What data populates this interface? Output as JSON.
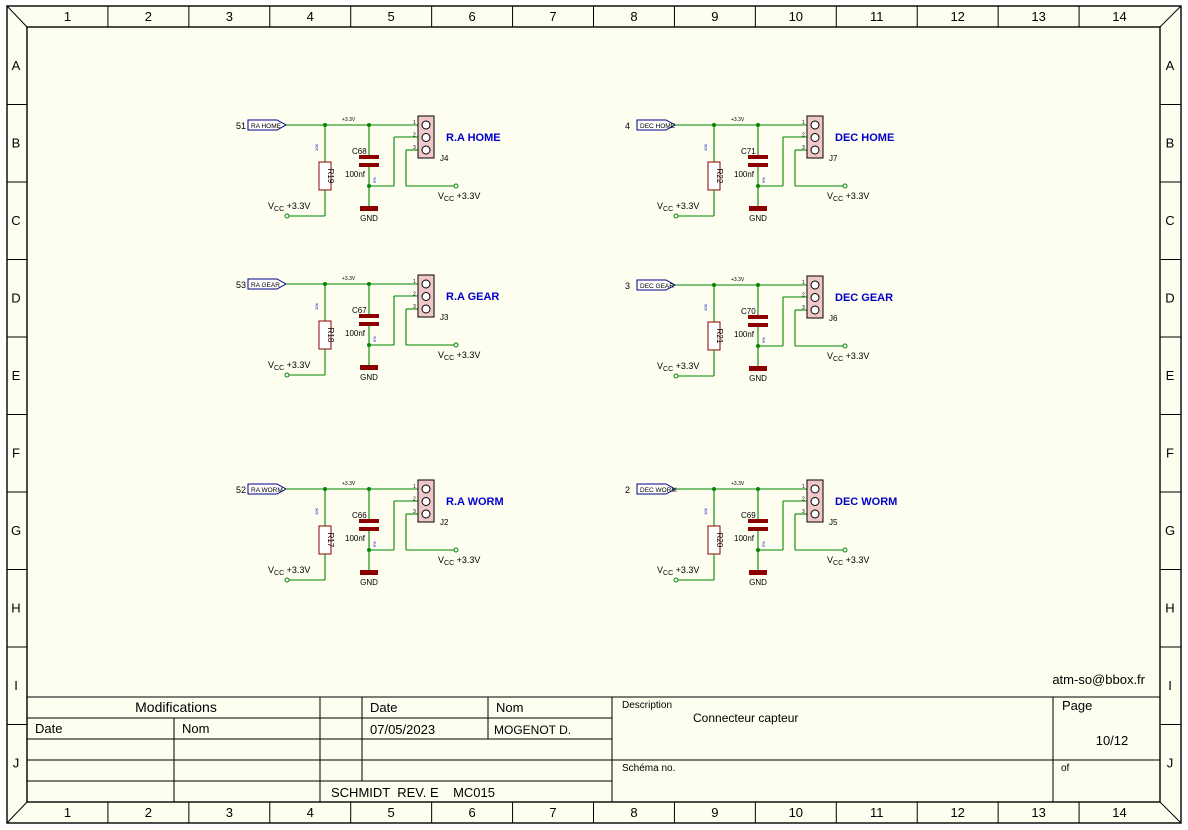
{
  "frame": {
    "columns": [
      "1",
      "2",
      "3",
      "4",
      "5",
      "6",
      "7",
      "8",
      "9",
      "10",
      "11",
      "12",
      "13",
      "14"
    ],
    "rows": [
      "A",
      "B",
      "C",
      "D",
      "E",
      "F",
      "G",
      "H",
      "I",
      "J"
    ]
  },
  "colors": {
    "background": "#fdfdf0",
    "frame": "#000000",
    "wire": "#008800",
    "component": "#8b0000",
    "connector_fill": "#f0c8c8",
    "title_text": "#0000cc",
    "pin_text": "#0000cc"
  },
  "labels": {
    "rail": "+3.3V",
    "vcc_prefix": "V",
    "vcc_sub": "CC",
    "vcc_value": "+3.3V",
    "gnd": "GND",
    "cap_value": "100nf",
    "pins": [
      "1",
      "2",
      "3"
    ],
    "res_value": "10K",
    "cap_small": "5%"
  },
  "circuits": [
    {
      "net_num": "51",
      "net": "RA HOME",
      "resistor": "R19",
      "capacitor": "C68",
      "connector": "J4",
      "title": "R.A HOME"
    },
    {
      "net_num": "53",
      "net": "RA GEAR",
      "resistor": "R18",
      "capacitor": "C67",
      "connector": "J3",
      "title": "R.A GEAR"
    },
    {
      "net_num": "52",
      "net": "RA WORM",
      "resistor": "R17",
      "capacitor": "C66",
      "connector": "J2",
      "title": "R.A WORM"
    },
    {
      "net_num": "4",
      "net": "DEC HOME",
      "resistor": "R22",
      "capacitor": "C71",
      "connector": "J7",
      "title": "DEC HOME"
    },
    {
      "net_num": "3",
      "net": "DEC GEAR",
      "resistor": "R21",
      "capacitor": "C70",
      "connector": "J6",
      "title": "DEC GEAR"
    },
    {
      "net_num": "2",
      "net": "DEC WORM",
      "resistor": "R20",
      "capacitor": "C69",
      "connector": "J5",
      "title": "DEC WORM"
    }
  ],
  "email": "atm-so@bbox.fr",
  "title_block": {
    "modifications": "Modifications",
    "date_h": "Date",
    "nom_h": "Nom",
    "date_label": "Date",
    "nom_label": "Nom",
    "date_value": "07/05/2023",
    "nom_value": "MOGENOT D.",
    "project": "SCHMIDT  REV. E    MC015",
    "description_label": "Description",
    "description": "Connecteur capteur",
    "schema_label": "Schéma no.",
    "page_label": "Page",
    "page_value": "10/12",
    "of_label": "of"
  }
}
